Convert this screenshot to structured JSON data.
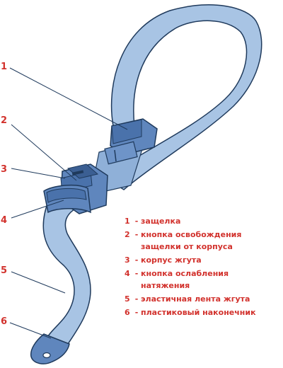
{
  "callouts": [
    "1",
    "2",
    "3",
    "4",
    "5",
    "6"
  ],
  "legend": [
    {
      "num": "1",
      "text": "защелка"
    },
    {
      "num": "2",
      "text": "кнопка освобождения\nзащелки от корпуса"
    },
    {
      "num": "3",
      "text": "корпус жгута"
    },
    {
      "num": "4",
      "text": "кнопка ослабления\nнатяжения"
    },
    {
      "num": "5",
      "text": "эластичная лента жгута"
    },
    {
      "num": "6",
      "text": "пластиковый наконечник"
    }
  ],
  "colors": {
    "strap": "#a8c4e4",
    "strap_outline": "#1f3a5c",
    "hardware": "#5f86bd",
    "label_text": "#d2322d"
  }
}
